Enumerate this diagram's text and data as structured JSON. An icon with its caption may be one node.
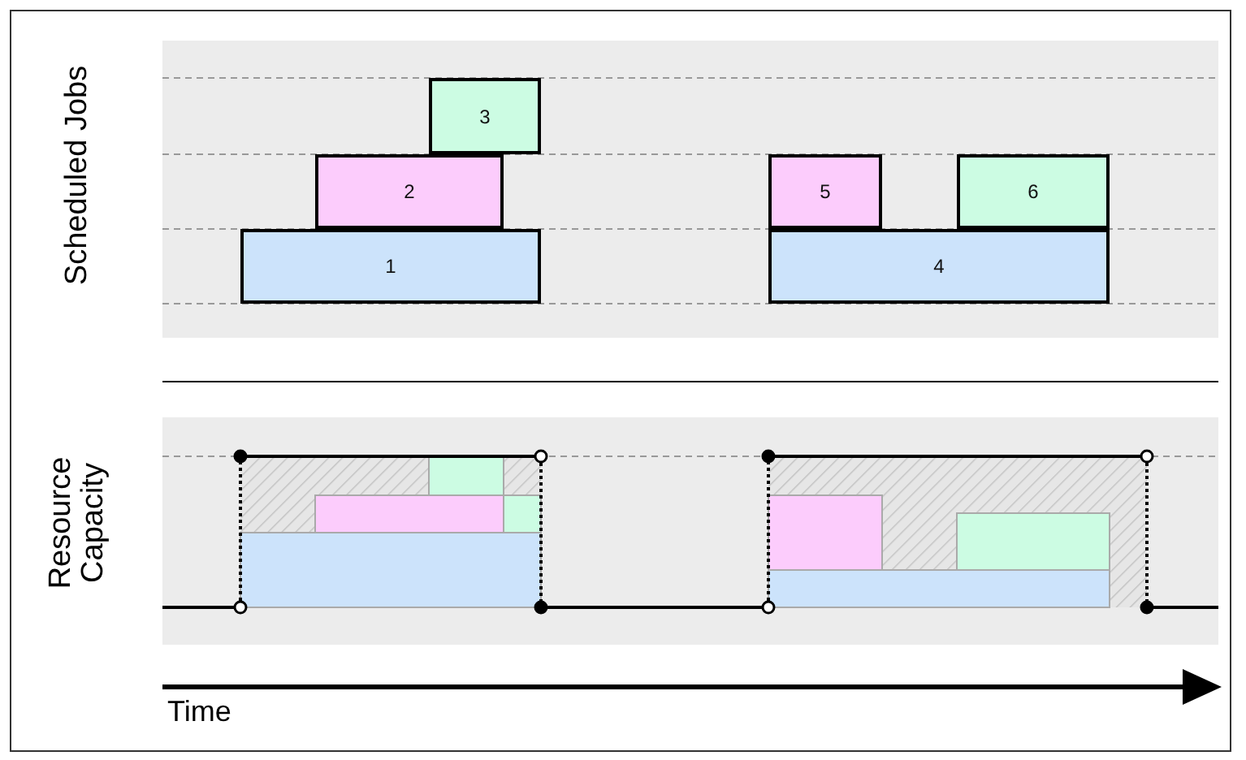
{
  "diagram": {
    "nodes": [
      {
        "text": [
          "1"
        ]
      },
      {
        "text": [
          "2"
        ]
      },
      {
        "text": [
          "3"
        ]
      },
      {
        "text": [
          "4"
        ]
      },
      {
        "text": [
          "5"
        ]
      },
      {
        "text": [
          "6"
        ]
      }
    ],
    "labels": [
      "Scheduled Jobs",
      "Resource Capacity",
      "Time"
    ]
  }
}
